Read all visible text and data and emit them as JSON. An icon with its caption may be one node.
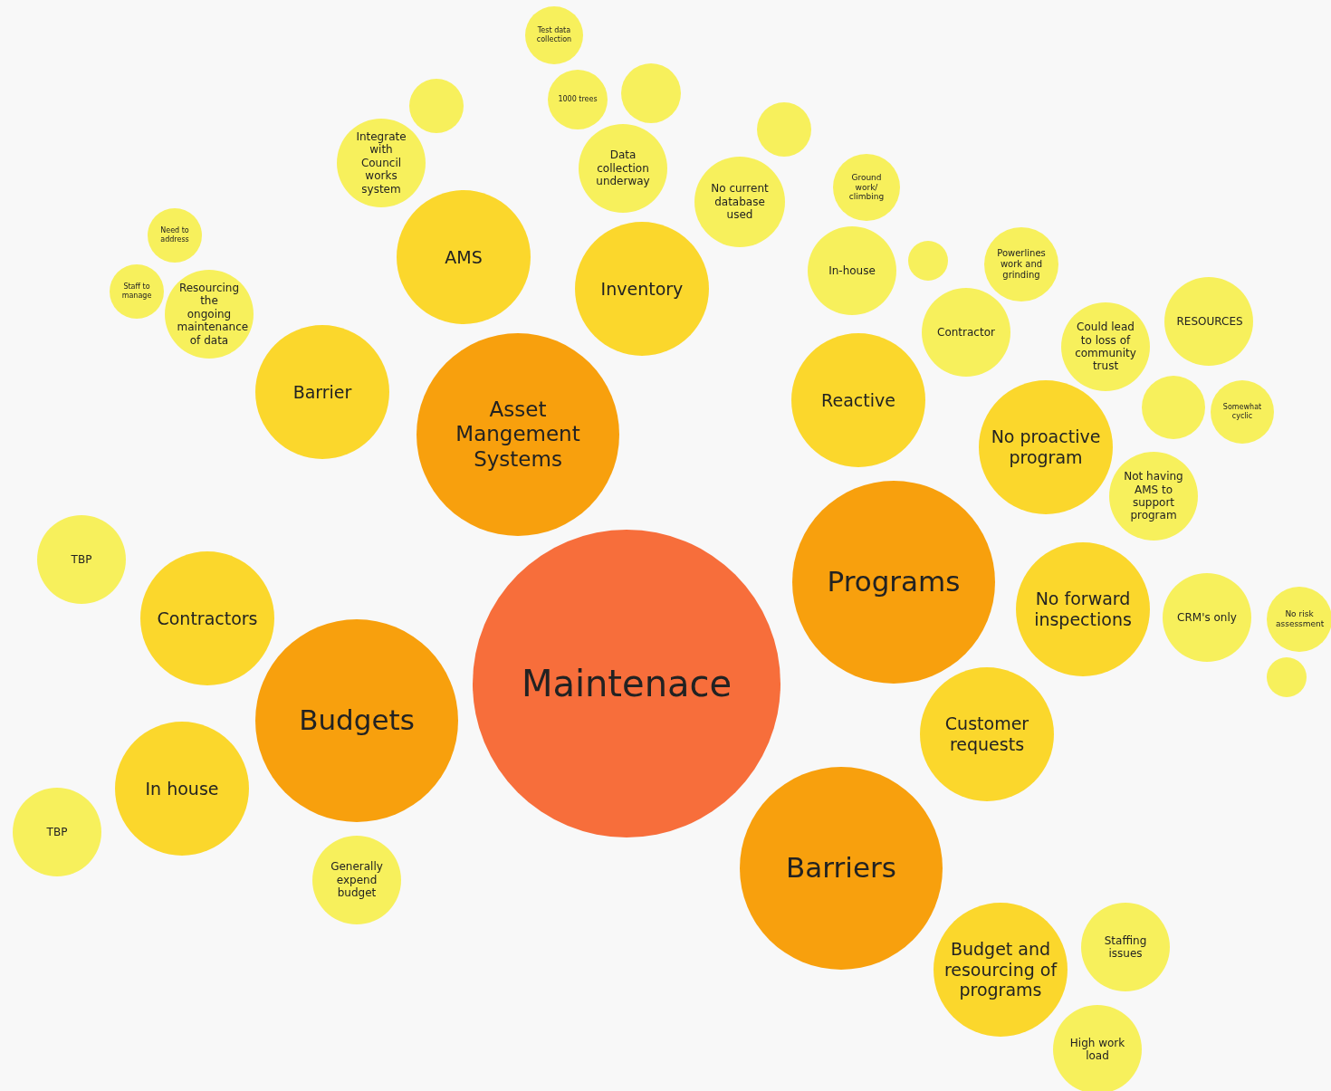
{
  "diagram": {
    "nodes": [
      {
        "text": [
          "Maintenace"
        ]
      },
      {
        "text": [
          "Asset Mangement Systems"
        ]
      },
      {
        "text": [
          "Programs"
        ]
      },
      {
        "text": [
          "Budgets"
        ]
      },
      {
        "text": [
          "Barriers"
        ]
      },
      {
        "text": [
          "AMS"
        ]
      },
      {
        "text": [
          "Inventory"
        ]
      },
      {
        "text": [
          "Barrier"
        ]
      },
      {
        "text": [
          "Reactive"
        ]
      },
      {
        "text": [
          "No proactive program"
        ]
      },
      {
        "text": [
          "No forward inspections"
        ]
      },
      {
        "text": [
          "Customer requests"
        ]
      },
      {
        "text": [
          "Contractors"
        ]
      },
      {
        "text": [
          "In house"
        ]
      },
      {
        "text": [
          "Budget and resourcing of programs"
        ]
      },
      {
        "text": [
          "Integrate with Council works system"
        ]
      },
      {
        "text": [],
        "shape": "circle"
      },
      {
        "text": [
          "Test data collection"
        ]
      },
      {
        "text": [
          "1000 trees"
        ]
      },
      {
        "text": [],
        "shape": "circle"
      },
      {
        "text": [
          "Data collection underway"
        ]
      },
      {
        "text": [],
        "shape": "circle"
      },
      {
        "text": [
          "No current database used"
        ]
      },
      {
        "text": [
          "Need to address"
        ]
      },
      {
        "text": [
          "Staff to manage"
        ]
      },
      {
        "text": [
          "Resourcing the ongoing maintenance of data"
        ]
      },
      {
        "text": [
          "Ground work/ climbing"
        ]
      },
      {
        "text": [
          "In-house"
        ]
      },
      {
        "text": [],
        "shape": "circle"
      },
      {
        "text": [
          "Powerlines work and grinding"
        ]
      },
      {
        "text": [
          "Contractor"
        ]
      },
      {
        "text": [
          "Could lead to loss of community trust"
        ]
      },
      {
        "text": [
          "RESOURCES"
        ]
      },
      {
        "text": [],
        "shape": "circle"
      },
      {
        "text": [
          "Somewhat cyclic"
        ]
      },
      {
        "text": [
          "Not having AMS to support program"
        ]
      },
      {
        "text": [
          "CRM's only"
        ]
      },
      {
        "text": [
          "No risk assessment"
        ]
      },
      {
        "text": [],
        "shape": "circle"
      },
      {
        "text": [
          "TBP"
        ]
      },
      {
        "text": [
          "TBP"
        ]
      },
      {
        "text": [
          "Generally expend budget"
        ]
      },
      {
        "text": [
          "Staffing issues"
        ]
      },
      {
        "text": [
          "High work load"
        ]
      }
    ]
  }
}
